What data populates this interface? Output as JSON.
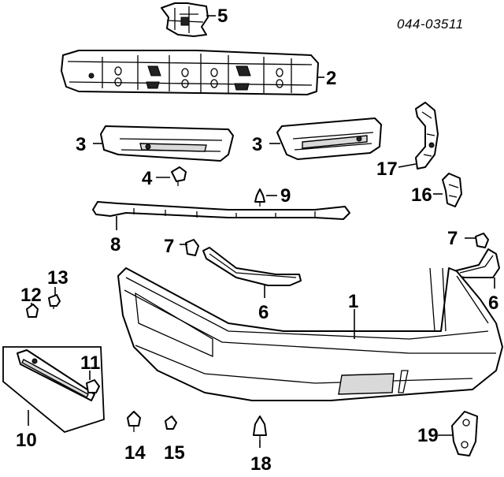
{
  "diagram": {
    "code": "044-03511",
    "callouts": {
      "c1": "1",
      "c2": "2",
      "c3a": "3",
      "c3b": "3",
      "c4": "4",
      "c5": "5",
      "c6a": "6",
      "c6b": "6",
      "c7a": "7",
      "c7b": "7",
      "c8": "8",
      "c9": "9",
      "c10": "10",
      "c11": "11",
      "c12": "12",
      "c13": "13",
      "c14": "14",
      "c15": "15",
      "c16": "16",
      "c17": "17",
      "c18": "18",
      "c19": "19"
    }
  }
}
